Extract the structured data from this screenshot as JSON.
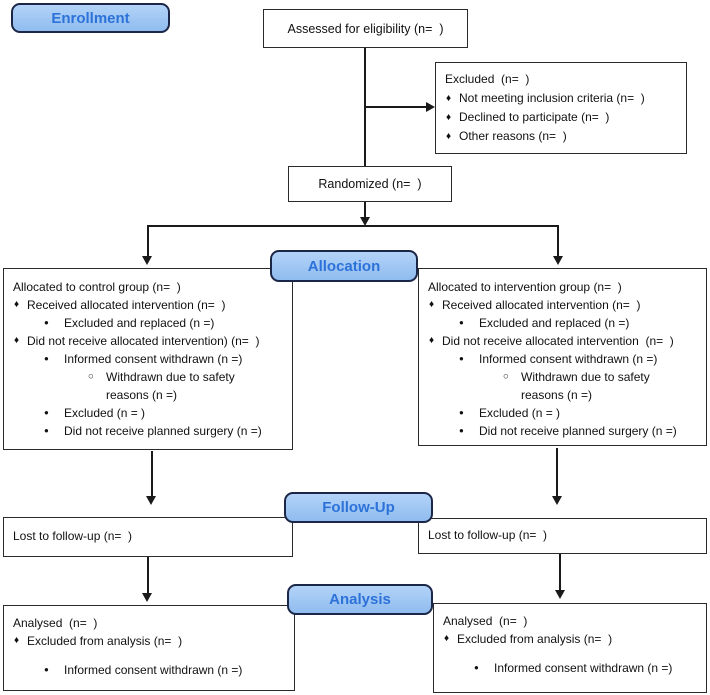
{
  "colors": {
    "pill_top": "#b3d3f8",
    "pill_bottom": "#8fbcef",
    "pill_border": "#1c2747",
    "pill_text": "#2d72d9",
    "box_border": "#2b2b2b",
    "line_color": "#1a1a1a"
  },
  "glyphs": {
    "diamond": "♦",
    "dot": "●",
    "circle": "○"
  },
  "labels": {
    "enrollment": "Enrollment",
    "allocation": "Allocation",
    "followup": "Follow-Up",
    "analysis": "Analysis"
  },
  "boxes": {
    "assessed": {
      "text": "Assessed for eligibility (n=  )"
    },
    "excluded": {
      "title": "Excluded  (n=  )",
      "items": [
        {
          "text": "Not meeting inclusion criteria (n=  )"
        },
        {
          "text": "Declined to participate (n=  )"
        },
        {
          "text": "Other reasons (n=  )"
        }
      ]
    },
    "randomized": {
      "text": "Randomized (n=  )"
    },
    "alloc_left": {
      "lines": [
        {
          "level": 0,
          "text": "Allocated to control group (n=  )"
        },
        {
          "level": 1,
          "text": "Received allocated intervention (n=  )"
        },
        {
          "level": 2,
          "text": "Excluded and replaced (n =)"
        },
        {
          "level": 1,
          "text": "Did not receive allocated intervention) (n=  )"
        },
        {
          "level": 2,
          "text": "Informed consent withdrawn (n =)"
        },
        {
          "level": 3,
          "text": "Withdrawn due to safety reasons (n =)"
        },
        {
          "level": 2,
          "text": "Excluded (n = )"
        },
        {
          "level": 2,
          "text": "Did not receive planned surgery (n =)"
        }
      ]
    },
    "alloc_right": {
      "lines": [
        {
          "level": 0,
          "text": "Allocated to intervention group (n=  )"
        },
        {
          "level": 1,
          "text": "Received allocated intervention (n=  )"
        },
        {
          "level": 2,
          "text": "Excluded and replaced (n =)"
        },
        {
          "level": 1,
          "text": "Did not receive allocated intervention  (n=  )"
        },
        {
          "level": 2,
          "text": "Informed consent withdrawn (n =)"
        },
        {
          "level": 3,
          "text": "Withdrawn due to safety reasons (n =)"
        },
        {
          "level": 2,
          "text": "Excluded (n = )"
        },
        {
          "level": 2,
          "text": "Did not receive planned surgery (n =)"
        }
      ]
    },
    "followup_left": {
      "text": "Lost to follow-up (n=  )"
    },
    "followup_right": {
      "text": "Lost to follow-up (n=  )"
    },
    "analysis_left": {
      "lines": [
        {
          "level": 0,
          "text": "Analysed  (n=  )"
        },
        {
          "level": 1,
          "text": "Excluded from analysis (n=  )"
        },
        {
          "level": 2,
          "text": "Informed consent withdrawn (n =)"
        }
      ]
    },
    "analysis_right": {
      "lines": [
        {
          "level": 0,
          "text": "Analysed  (n=  )"
        },
        {
          "level": 1,
          "text": "Excluded from analysis (n=  )"
        },
        {
          "level": 2,
          "text": "Informed consent withdrawn (n =)"
        }
      ]
    }
  }
}
